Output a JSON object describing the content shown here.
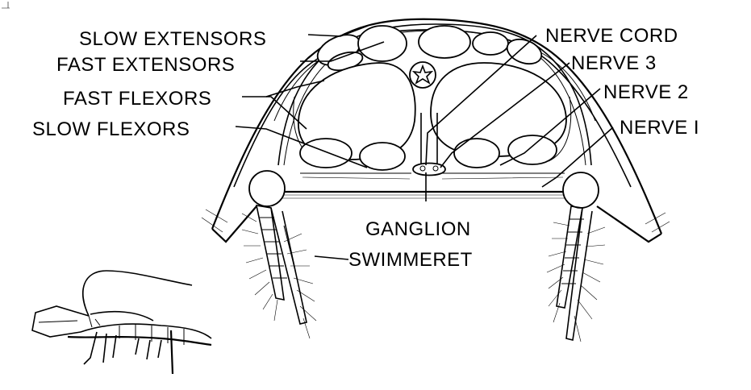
{
  "labels": {
    "slow_extensors": "SLOW EXTENSORS",
    "fast_extensors": "FAST EXTENSORS",
    "fast_flexors": "FAST FLEXORS",
    "slow_flexors": "SLOW FLEXORS",
    "nerve_cord": "NERVE CORD",
    "nerve_3": "NERVE 3",
    "nerve_2": "NERVE 2",
    "nerve_1": "NERVE I",
    "ganglion": "GANGLION",
    "swimmeret": "SWIMMERET"
  }
}
